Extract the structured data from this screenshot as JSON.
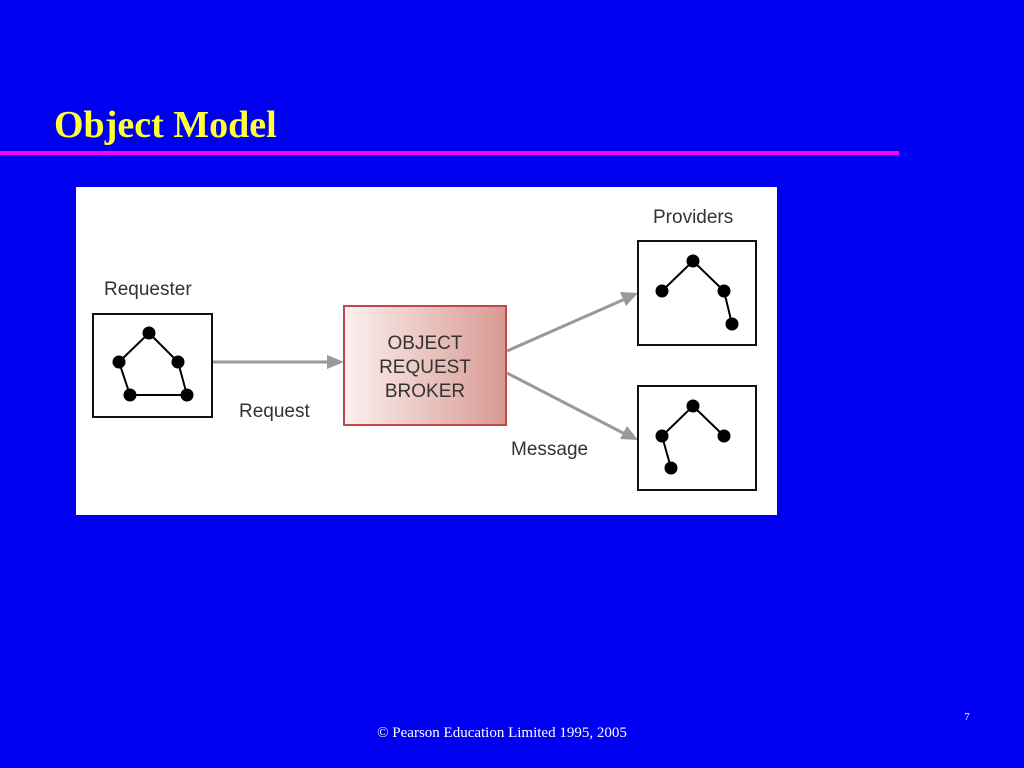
{
  "slide": {
    "title": "Object Model",
    "copyright": "© Pearson Education Limited 1995, 2005",
    "page_number": "7"
  },
  "diagram": {
    "requester_label": "Requester",
    "providers_label": "Providers",
    "request_label": "Request",
    "message_label": "Message",
    "broker_lines": [
      "OBJECT",
      "REQUEST",
      "BROKER"
    ]
  },
  "colors": {
    "background": "#0000f0",
    "title": "#ffff33",
    "rule": "#ff00ff",
    "broker_border": "#c0484c",
    "broker_fill_light": "#fdf0ef",
    "broker_fill_dark": "#d89a92",
    "arrow": "#999999"
  }
}
